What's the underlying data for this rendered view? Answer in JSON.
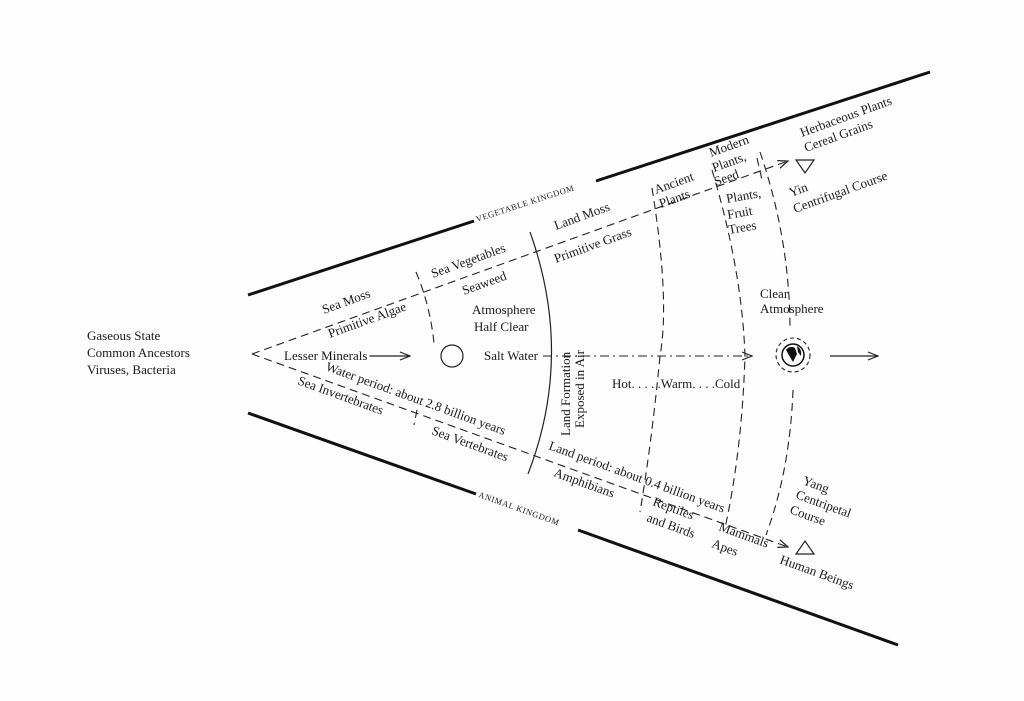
{
  "origin": [
    "Gaseous State",
    "Common Ancestors",
    "Viruses, Bacteria"
  ],
  "kingdoms": {
    "vegetable": "VEGETABLE KINGDOM",
    "animal": "ANIMAL KINGDOM"
  },
  "plants": {
    "sea_moss": "Sea Moss",
    "primitive_algae": "Primitive Algae",
    "sea_vegetables": "Sea Vegetables",
    "seaweed": "Seaweed",
    "land_moss": "Land Moss",
    "primitive_grass": "Primitive Grass",
    "ancient_plants": [
      "Ancient",
      "Plants"
    ],
    "modern_plants": [
      "Modern",
      "Plants,",
      "Seed"
    ],
    "fruit_trees": [
      "Plants,",
      "Fruit",
      "Trees"
    ],
    "herbaceous": [
      "Herbaceous Plants",
      "Cereal Grains"
    ],
    "yin": [
      "Yin",
      "Centrifugal Course"
    ]
  },
  "center": {
    "lesser_minerals": "Lesser Minerals",
    "atmosphere_half": [
      "Atmosphere",
      "Half Clear"
    ],
    "salt_water": "Salt Water",
    "land_formation": [
      "Land Formation",
      "Exposed in Air"
    ],
    "temperature": "Hot. . . . .Warm. . . .Cold",
    "clear_atmosphere": [
      "Clear",
      "Atmosphere"
    ]
  },
  "animals": {
    "water_period": "Water period: about 2.8 billion years",
    "sea_invertebrates": "Sea Invertebrates",
    "sea_vertebrates": "Sea Vertebrates",
    "land_period": "Land period: about 0.4 billion years",
    "amphibians": "Amphibians",
    "reptiles": [
      "Reptiles",
      "and Birds"
    ],
    "mammals": [
      "Mammals",
      "Apes"
    ],
    "yang": [
      "Yang",
      "Centripetal",
      "Course"
    ],
    "human_beings": "Human Beings"
  }
}
